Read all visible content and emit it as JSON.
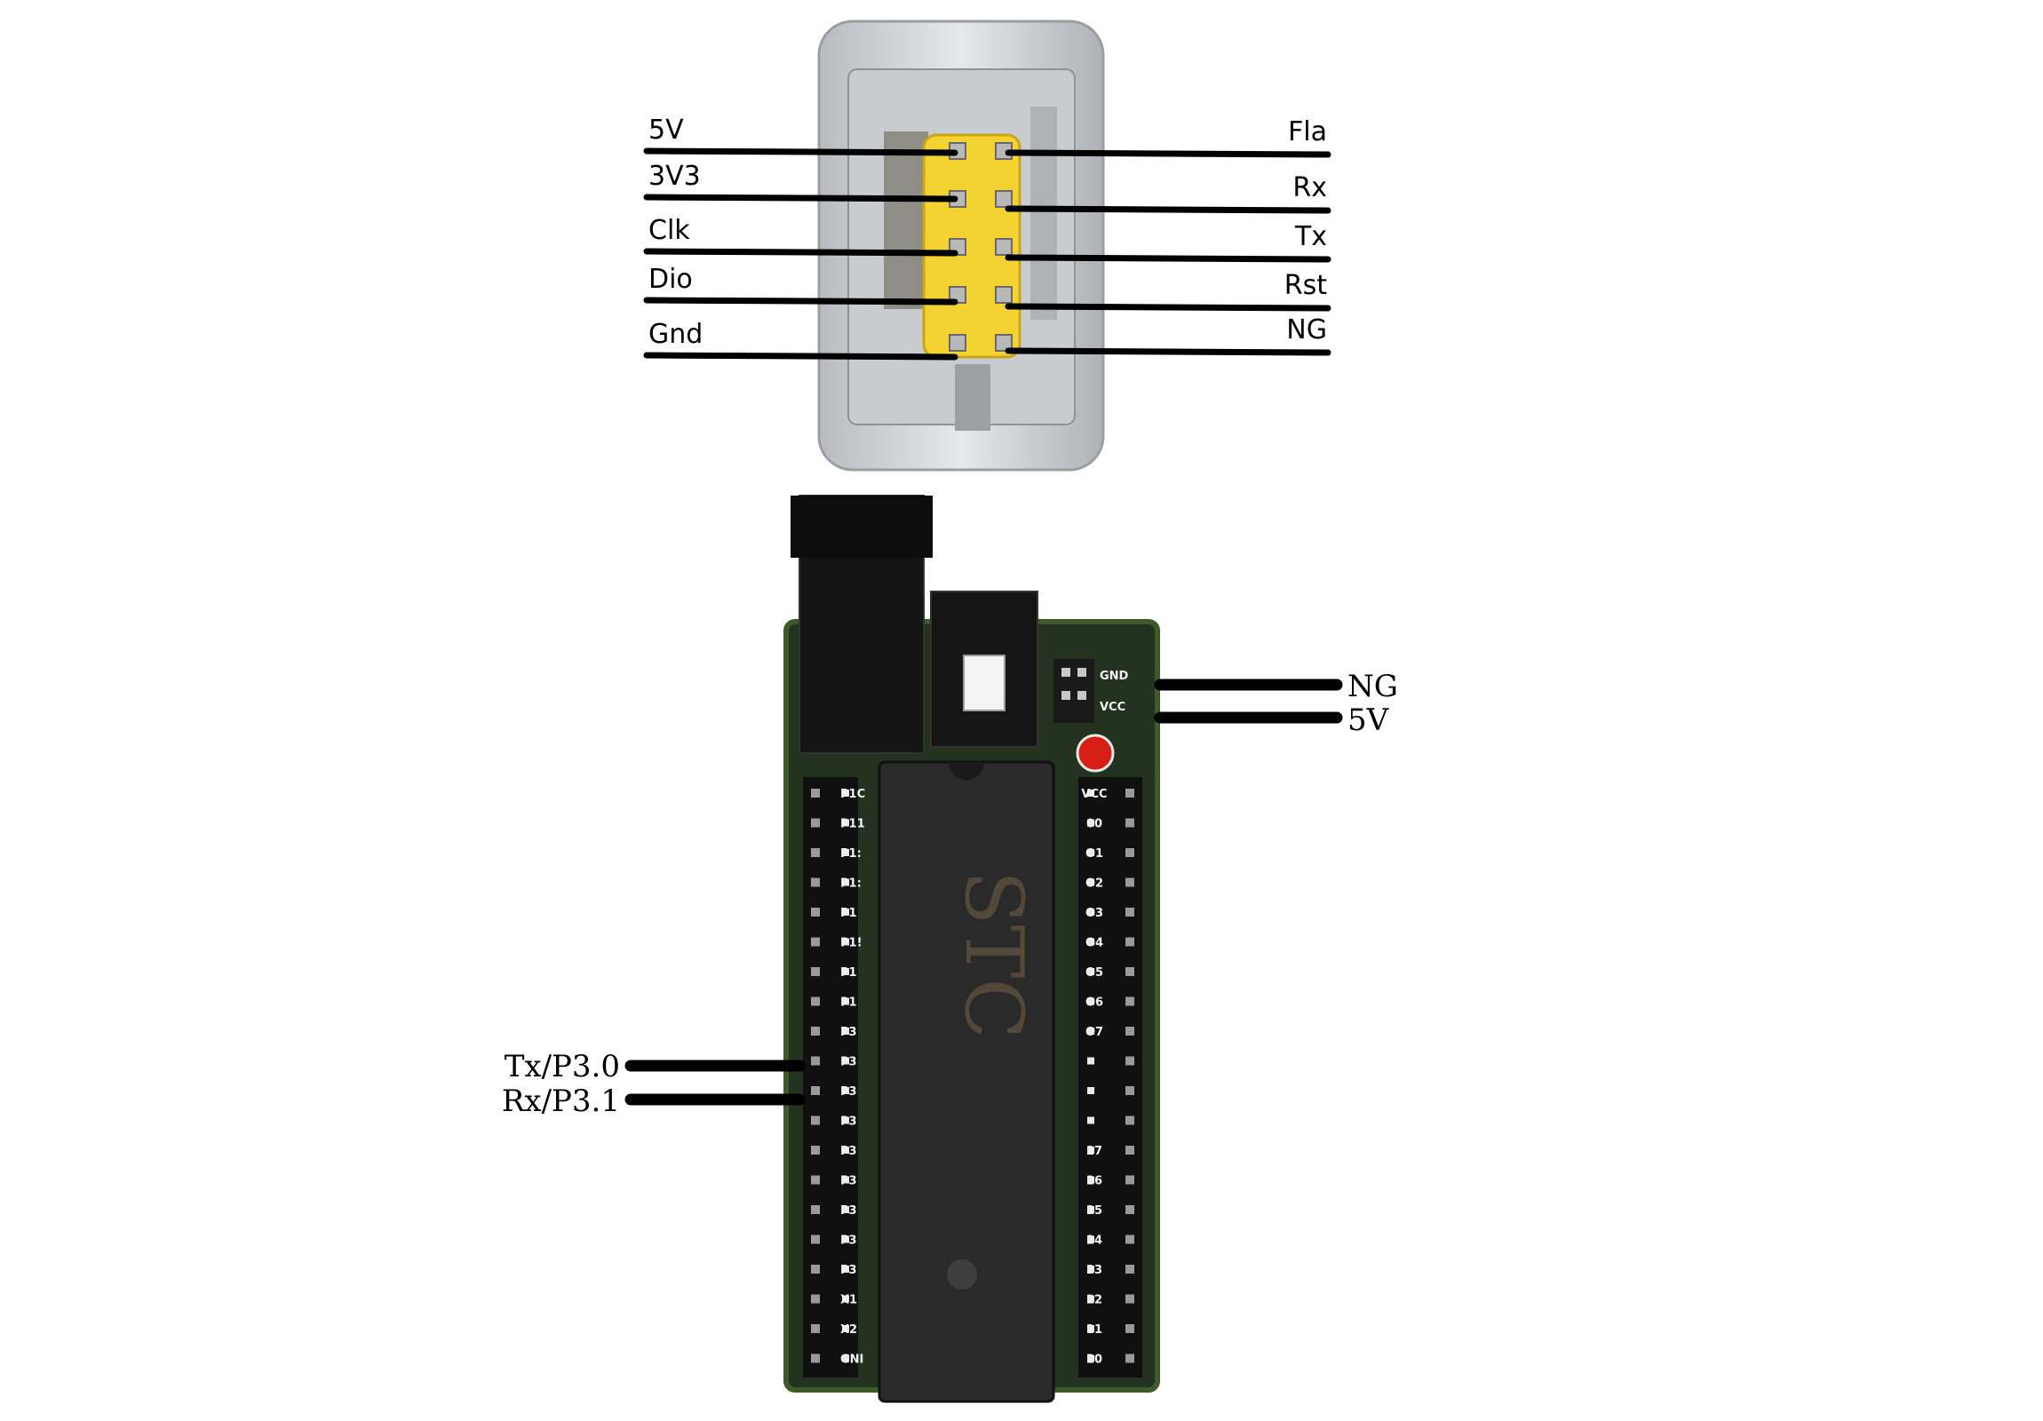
{
  "connector": {
    "left_pins": [
      "5V",
      "3V3",
      "Clk",
      "Dio",
      "Gnd"
    ],
    "right_pins": [
      "Fla",
      "Rx",
      "Tx",
      "Rst",
      "NG"
    ]
  },
  "board": {
    "chip_marking": "STC",
    "header_labels": [
      "GND",
      "VCC"
    ],
    "power_wires": [
      "NG",
      "5V"
    ],
    "uart_wires": [
      "Tx/P3.0",
      "Rx/P3.1"
    ],
    "left_pin_labels": [
      "P1C",
      "P11",
      "P1:",
      "P1:",
      "P1",
      "P1!",
      "P1",
      "P1",
      "P3",
      "P3",
      "P3",
      "P3",
      "P3",
      "P3",
      "P3",
      "P3",
      "P3",
      "X1",
      "X2",
      "GNI"
    ],
    "right_pin_labels": [
      "VCC",
      "00",
      "O1",
      "O2",
      "O3",
      "O4",
      "O5",
      "O6",
      "O7",
      "",
      "",
      "",
      "27",
      "26",
      "25",
      "24",
      "23",
      "22",
      "21",
      "20"
    ]
  }
}
